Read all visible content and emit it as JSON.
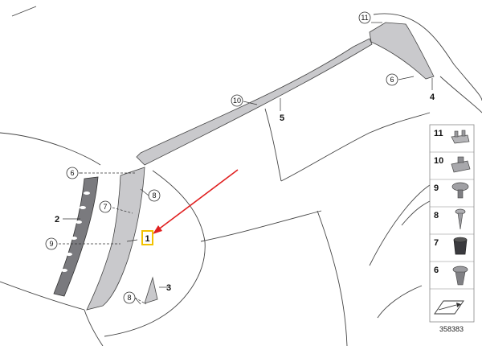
{
  "callouts": {
    "c11": "11",
    "c6_top": "6",
    "c10": "10",
    "c6_left": "6",
    "c8_upper": "8",
    "c7": "7",
    "c9": "9",
    "c8_lower": "8"
  },
  "labels": {
    "l4": "4",
    "l5": "5",
    "l2": "2",
    "l3": "3",
    "l1": "1"
  },
  "legend": [
    "11",
    "10",
    "9",
    "8",
    "7",
    "6"
  ],
  "drawing_number": "358383",
  "colors": {
    "highlight_box": "#f2c200",
    "arrow": "#e02020",
    "part_fill": "#c9c9cc"
  }
}
